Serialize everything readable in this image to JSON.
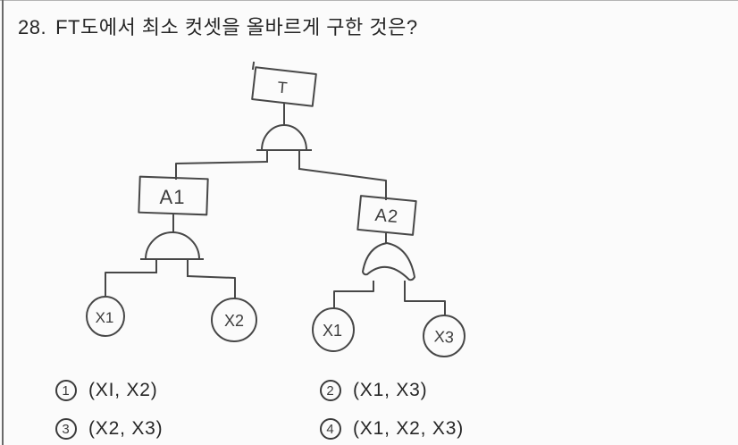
{
  "question": {
    "number": "28.",
    "text": "FT도에서 최소 컷셋을 올바르게 구한 것은?"
  },
  "diagram": {
    "type": "fault-tree",
    "nodes": {
      "top_event": "T",
      "gate_a1": "A1",
      "gate_a2": "A2",
      "a1_input_1": "X1",
      "a1_input_2": "X2",
      "a2_input_1": "X1",
      "a2_input_2": "X3"
    },
    "structure": [
      {
        "node": "T",
        "gate": "AND",
        "inputs": [
          "A1",
          "A2"
        ]
      },
      {
        "node": "A1",
        "gate": "AND",
        "inputs": [
          "X1",
          "X2"
        ]
      },
      {
        "node": "A2",
        "gate": "OR",
        "inputs": [
          "X1",
          "X3"
        ]
      }
    ]
  },
  "options": [
    {
      "number": "1",
      "text": "(XI, X2)"
    },
    {
      "number": "2",
      "text": "(X1, X3)"
    },
    {
      "number": "3",
      "text": "(X2, X3)"
    },
    {
      "number": "4",
      "text": "(X1, X2, X3)"
    }
  ]
}
